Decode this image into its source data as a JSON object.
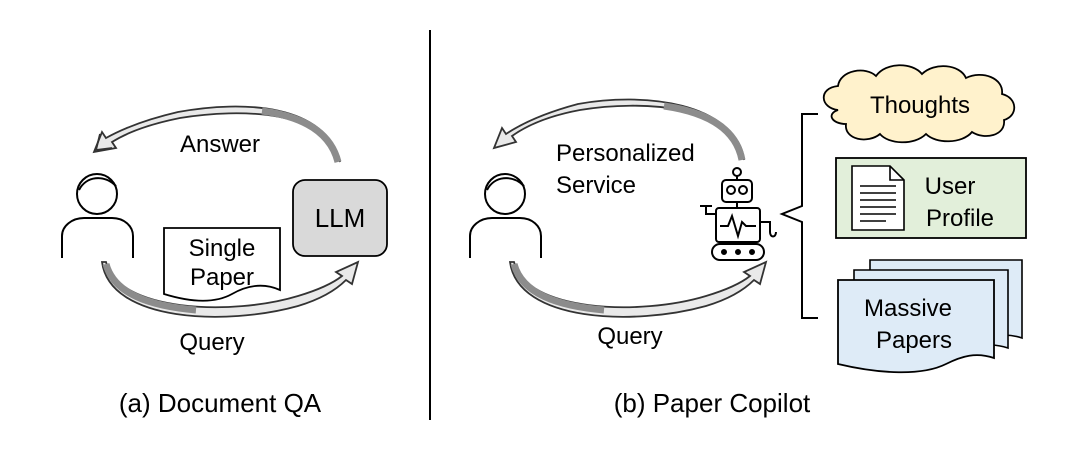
{
  "panel_a": {
    "answer_label": "Answer",
    "query_label": "Query",
    "llm_label": "LLM",
    "paper_label_line1": "Single",
    "paper_label_line2": "Paper",
    "caption": "(a) Document QA"
  },
  "panel_b": {
    "service_label_line1": "Personalized",
    "service_label_line2": "Service",
    "query_label": "Query",
    "thoughts_label": "Thoughts",
    "profile_label_line1": "User",
    "profile_label_line2": "Profile",
    "papers_label_line1": "Massive",
    "papers_label_line2": "Papers",
    "caption": "(b) Paper Copilot"
  },
  "colors": {
    "llm_fill": "#d9d9d9",
    "thoughts_fill": "#fff2cc",
    "profile_fill": "#e2efda",
    "papers_fill": "#deebf7",
    "arrow_fill": "#a6a6a6"
  }
}
